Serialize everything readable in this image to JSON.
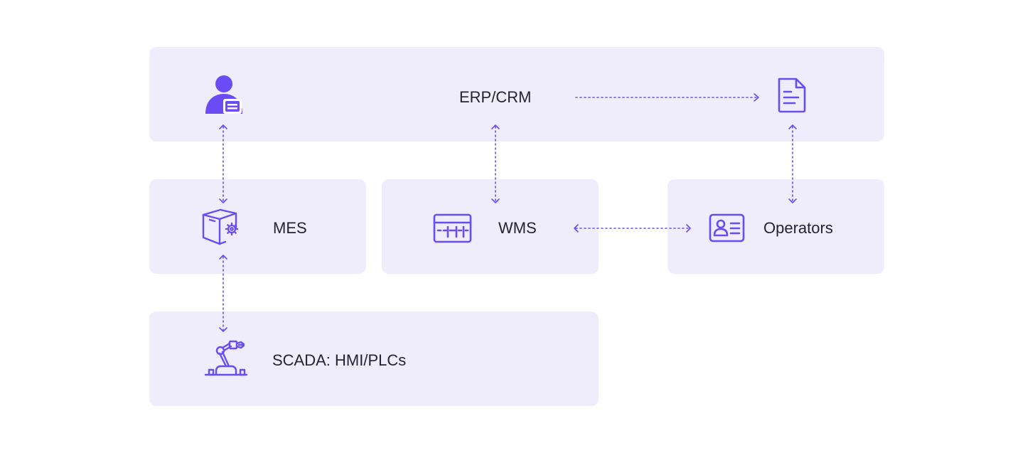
{
  "nodes": {
    "erp_crm": {
      "label": "ERP/CRM",
      "icon": "user-card-icon"
    },
    "document": {
      "icon": "document-icon"
    },
    "mes": {
      "label": "MES",
      "icon": "box-gear-icon"
    },
    "wms": {
      "label": "WMS",
      "icon": "rack-panel-icon"
    },
    "operators": {
      "label": "Operators",
      "icon": "id-card-icon"
    },
    "scada": {
      "label": "SCADA: HMI/PLCs",
      "icon": "robot-arm-icon"
    }
  },
  "connections": [
    {
      "from": "erp_crm",
      "to": "document",
      "direction": "one-way"
    },
    {
      "from": "erp_crm",
      "to": "mes",
      "direction": "two-way"
    },
    {
      "from": "erp_crm",
      "to": "wms",
      "direction": "two-way"
    },
    {
      "from": "document",
      "to": "operators",
      "direction": "two-way"
    },
    {
      "from": "wms",
      "to": "operators",
      "direction": "two-way"
    },
    {
      "from": "mes",
      "to": "scada",
      "direction": "two-way"
    }
  ],
  "colors": {
    "box_background": "#efedfc",
    "accent": "#6a4cf5",
    "text": "#26232f"
  }
}
